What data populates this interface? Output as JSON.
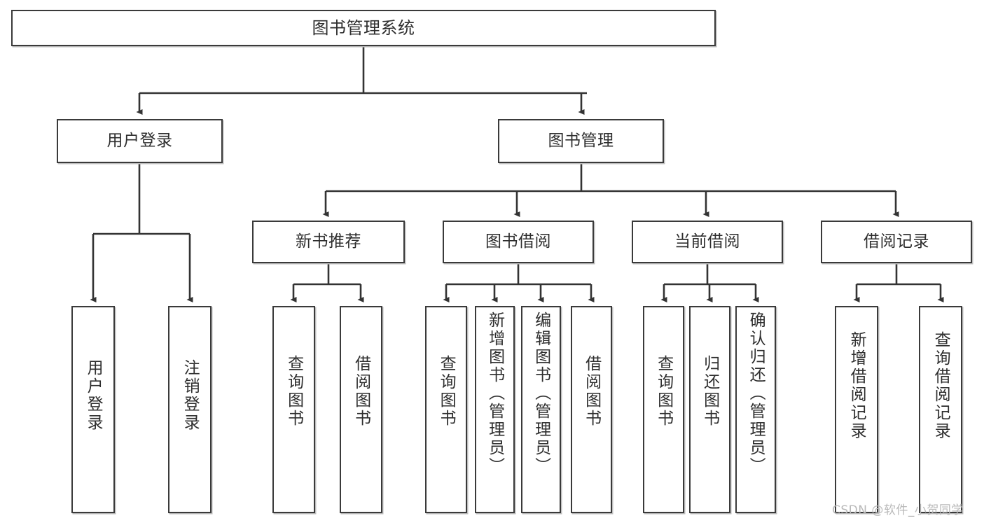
{
  "diagram": {
    "title": "图书管理系统",
    "type": "tree",
    "orientation": "top-down",
    "colors": {
      "box_border": "#3a3a3a",
      "box_fill": "#ffffff",
      "edge": "#333333",
      "text": "#2e2e2e",
      "watermark": "#b9b9b9"
    },
    "levels": {
      "root": {
        "label": "图书管理系统"
      },
      "level2": [
        {
          "id": "user-login",
          "label": "用户登录"
        },
        {
          "id": "book-management",
          "label": "图书管理"
        }
      ],
      "level3": [
        {
          "id": "new-book-recommend",
          "label": "新书推荐",
          "parent": "book-management"
        },
        {
          "id": "book-borrow",
          "label": "图书借阅",
          "parent": "book-management"
        },
        {
          "id": "current-borrow",
          "label": "当前借阅",
          "parent": "book-management"
        },
        {
          "id": "borrow-record",
          "label": "借阅记录",
          "parent": "book-management"
        }
      ],
      "leaves": [
        {
          "id": "leaf-user-login",
          "label": "用户登录",
          "parent": "user-login"
        },
        {
          "id": "leaf-logout-login",
          "label": "注销登录",
          "parent": "user-login"
        },
        {
          "id": "leaf-query-book-1",
          "label": "查询图书",
          "parent": "new-book-recommend"
        },
        {
          "id": "leaf-borrow-book-1",
          "label": "借阅图书",
          "parent": "new-book-recommend"
        },
        {
          "id": "leaf-query-book-2",
          "label": "查询图书",
          "parent": "book-borrow"
        },
        {
          "id": "leaf-add-book",
          "label": "新增图书（管理员）",
          "parent": "book-borrow"
        },
        {
          "id": "leaf-edit-book",
          "label": "编辑图书（管理员）",
          "parent": "book-borrow"
        },
        {
          "id": "leaf-borrow-book-2",
          "label": "借阅图书",
          "parent": "book-borrow"
        },
        {
          "id": "leaf-query-book-3",
          "label": "查询图书",
          "parent": "current-borrow"
        },
        {
          "id": "leaf-return-book",
          "label": "归还图书",
          "parent": "current-borrow"
        },
        {
          "id": "leaf-confirm-return",
          "label": "确认归还（管理员）",
          "parent": "current-borrow"
        },
        {
          "id": "leaf-add-borrow-record",
          "label": "新增借阅记录",
          "parent": "borrow-record"
        },
        {
          "id": "leaf-query-borrow-record",
          "label": "查询借阅记录",
          "parent": "borrow-record"
        }
      ]
    },
    "watermark": "CSDN @软件_小贺同学"
  }
}
